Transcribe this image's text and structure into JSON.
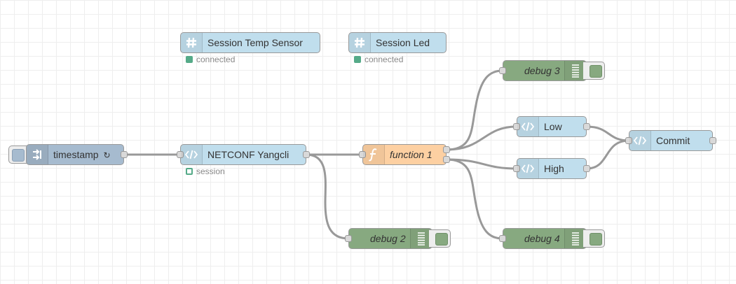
{
  "flow": {
    "nodes": {
      "session_temp_sensor": {
        "label": "Session Temp Sensor",
        "icon": "hash-icon",
        "status": "connected",
        "status_color": "#55aa88"
      },
      "session_led": {
        "label": "Session Led",
        "icon": "hash-icon",
        "status": "connected",
        "status_color": "#55aa88"
      },
      "timestamp": {
        "label": "timestamp",
        "suffix": "↻",
        "icon": "inject-arrow-icon"
      },
      "netconf_yangcli": {
        "label": "NETCONF Yangcli",
        "icon": "code-icon",
        "status": "session",
        "status_color": "#55aa88"
      },
      "function_1": {
        "label": "function 1",
        "icon": "function-icon"
      },
      "debug_2": {
        "label": "debug 2",
        "icon": "debug-list-icon"
      },
      "debug_3": {
        "label": "debug 3",
        "icon": "debug-list-icon"
      },
      "debug_4": {
        "label": "debug 4",
        "icon": "debug-list-icon"
      },
      "low": {
        "label": "Low",
        "icon": "code-icon"
      },
      "high": {
        "label": "High",
        "icon": "code-icon"
      },
      "commit": {
        "label": "Commit",
        "icon": "code-icon"
      }
    },
    "colors": {
      "yangcli": "#c0deed",
      "inject": "#a6bbcf",
      "function": "#fdd0a2",
      "debug": "#87a980",
      "wire": "#999999",
      "status_green": "#55aa88"
    }
  }
}
